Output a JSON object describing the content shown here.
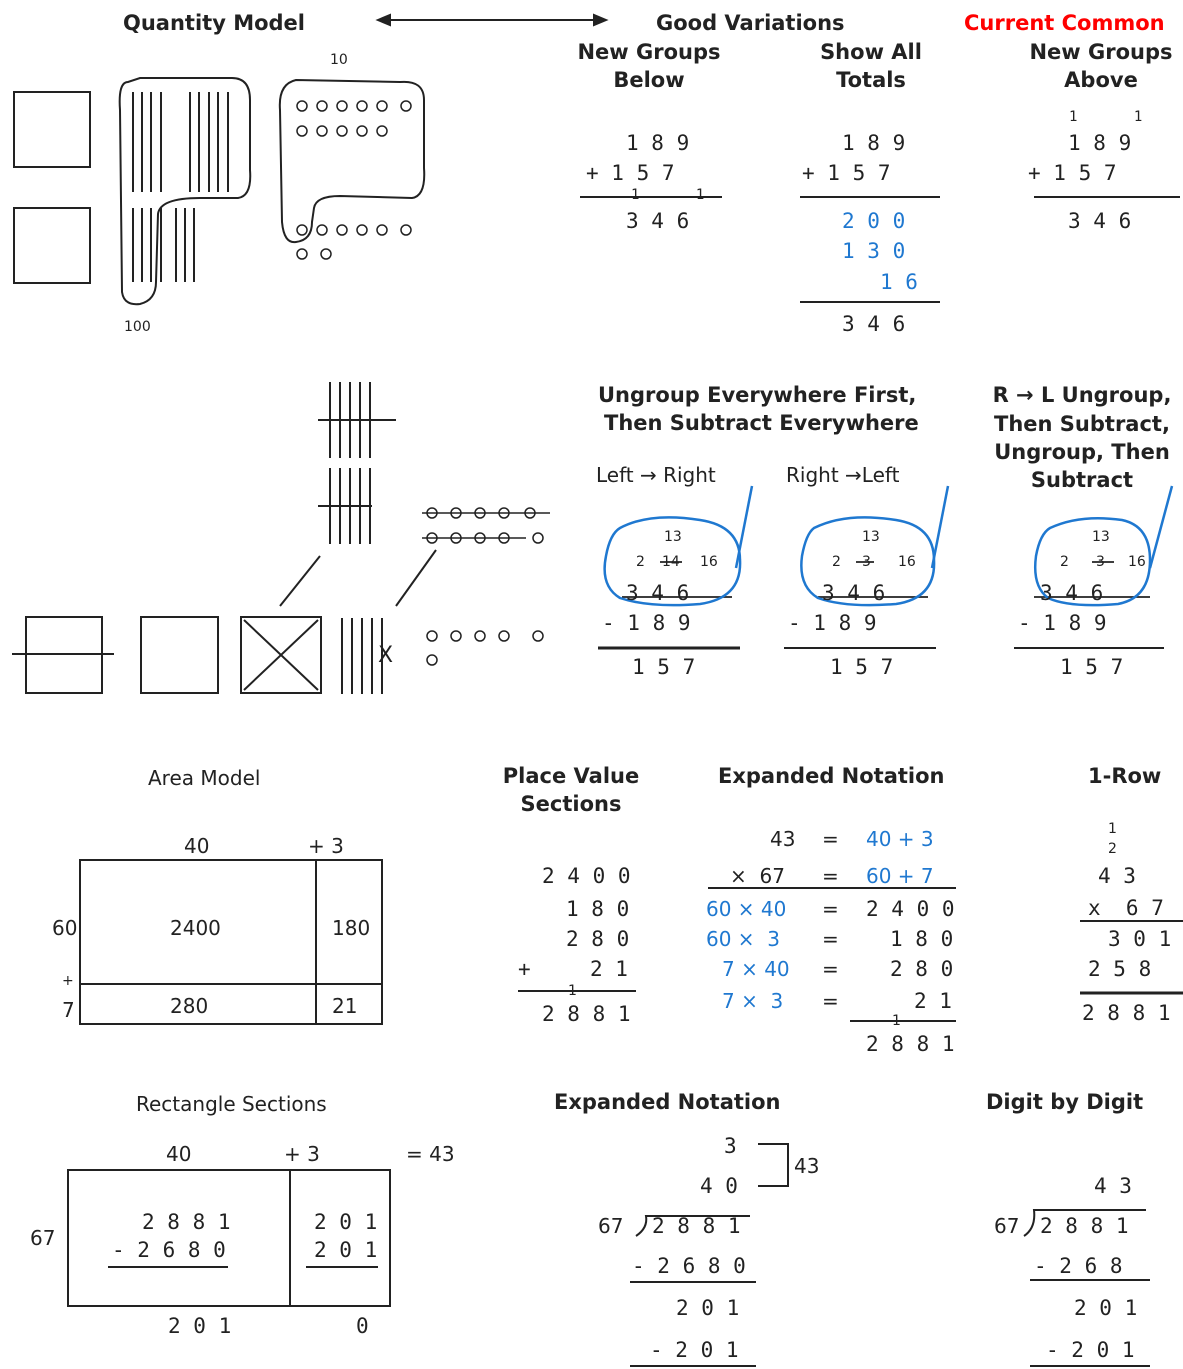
{
  "colors": {
    "ink": "#222222",
    "accent_blue": "#1f78d0",
    "alert_red": "#ff0000"
  },
  "addition": {
    "quantity_model": {
      "title": "Quantity Model",
      "ten_label": "10",
      "hundred_label": "100"
    },
    "good_variations": "Good Variations",
    "current_common": "Current Common",
    "new_groups_below": {
      "title_1": "New Groups",
      "title_2": "Below",
      "row1": "1 8 9",
      "row2": "+ 1 5 7",
      "carry": "1 1",
      "sum": "3 4 6"
    },
    "show_all_totals": {
      "title_1": "Show All",
      "title_2": "Totals",
      "row1": "1 8 9",
      "row2": "+ 1 5 7",
      "p1": "2 0 0",
      "p2": "1 3 0",
      "p3": "1 6",
      "sum": "3 4 6"
    },
    "new_groups_above": {
      "title_1": "New Groups",
      "title_2": "Above",
      "carry": "1 1",
      "row1": "1 8 9",
      "row2": "+ 1 5 7",
      "sum": "3 4 6"
    }
  },
  "subtraction": {
    "ungroup_first": {
      "title_1": "Ungroup Everywhere First,",
      "title_2": "Then Subtract Everywhere"
    },
    "left_right": "Left → Right",
    "right_left": "Right →Left",
    "rl_ungroup": {
      "title_1": "R → L Ungroup,",
      "title_2": "Then Subtract,",
      "title_3": "Ungroup, Then",
      "title_4": "Subtract"
    },
    "regroup_top": "13",
    "regroup_mid_a": "2",
    "regroup_mid_b": "14",
    "regroup_mid_c": "16",
    "regroup_mid_b2": "3",
    "minuend": "3 4 6",
    "subtrahend": "- 1 8 9",
    "difference": "1 5 7",
    "cross_mark": "X"
  },
  "multiplication": {
    "area_model": {
      "title": "Area Model",
      "top_a": "40",
      "top_b": "+ 3",
      "side_a": "60",
      "side_plus": "+",
      "side_b": "7",
      "c1": "2400",
      "c2": "180",
      "c3": "280",
      "c4": "21"
    },
    "place_value": {
      "title_1": "Place Value",
      "title_2": "Sections",
      "r1": "2 4 0 0",
      "r2": "1 8 0",
      "r3": "2 8 0",
      "r4_sign": "+",
      "r4": "2 1",
      "carry": "1",
      "sum": "2 8 8 1"
    },
    "expanded": {
      "title": "Expanded Notation",
      "l1a": "43",
      "l1eq": "=",
      "l1b": "40 + 3",
      "l2a": "×  67",
      "l2eq": "=",
      "l2b": "60 + 7",
      "l3a": "60 × 40",
      "l3eq": "=",
      "l3b": "2 4 0 0",
      "l4a": "60 ×  3",
      "l4eq": "=",
      "l4b": "1 8 0",
      "l5a": "7 × 40",
      "l5eq": "=",
      "l5b": "2 8 0",
      "l6a": "7 ×  3",
      "l6eq": "=",
      "l6b": "2 1",
      "carry": "1",
      "sum": "2 8 8 1"
    },
    "one_row": {
      "title": "1-Row",
      "carry_top": "1",
      "carry_bot": "2",
      "r1": "4 3",
      "r2": "x  6 7",
      "r3": "3 0 1",
      "r4": "2 5 8",
      "sum": "2 8 8 1"
    }
  },
  "division": {
    "rect_sections": {
      "title": "Rectangle Sections",
      "top_a": "40",
      "top_b": "+ 3",
      "eq": "= 43",
      "side": "67",
      "l_r1": "2 8 8 1",
      "l_r2": "- 2 6 8 0",
      "r_r1": "2 0 1",
      "r_r2": "2 0 1",
      "bot_a": "2 0 1",
      "bot_b": "0"
    },
    "expanded": {
      "title": "Expanded Notation",
      "q1": "3",
      "q2": "4 0",
      "q_total": "43",
      "divisor": "67",
      "dividend": "2 8 8 1",
      "s1": "- 2 6 8 0",
      "r1": "2 0 1",
      "s2": "- 2 0 1"
    },
    "digit_by_digit": {
      "title": "Digit by Digit",
      "q": "4 3",
      "divisor": "67",
      "dividend": "2 8 8 1",
      "s1": "- 2 6 8",
      "r1": "2 0 1",
      "s2": "- 2 0 1"
    }
  }
}
